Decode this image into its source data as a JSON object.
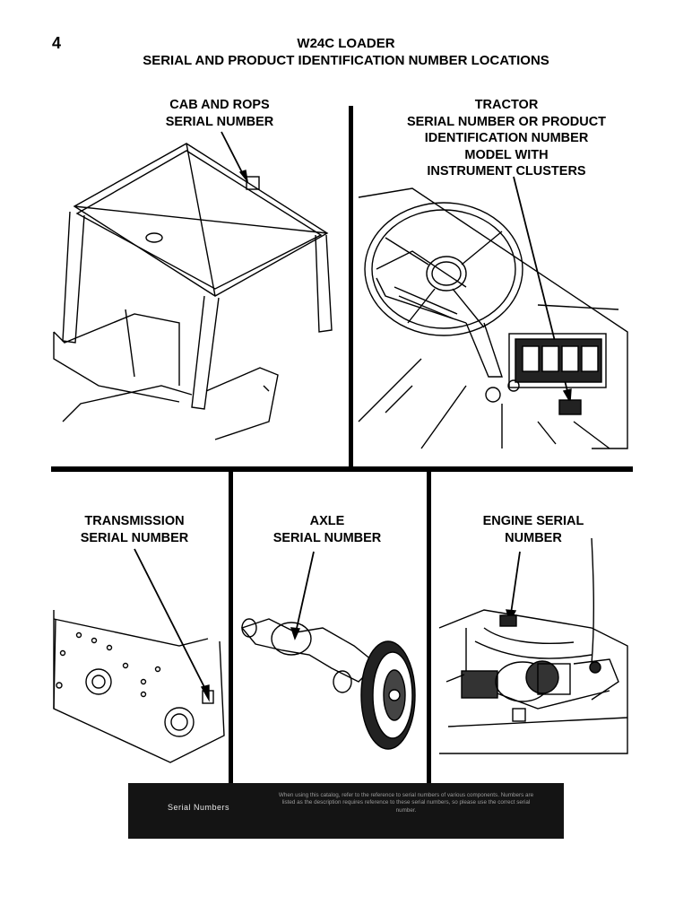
{
  "page": {
    "number": "4",
    "title": "W24C LOADER",
    "subtitle": "SERIAL AND PRODUCT IDENTIFICATION NUMBER LOCATIONS"
  },
  "panels": {
    "cab": {
      "caption_lines": [
        "CAB AND ROPS",
        "SERIAL NUMBER"
      ]
    },
    "tractor": {
      "caption_lines": [
        "TRACTOR",
        "SERIAL NUMBER OR PRODUCT",
        "IDENTIFICATION NUMBER",
        "MODEL WITH",
        "INSTRUMENT CLUSTERS"
      ]
    },
    "transmission": {
      "caption_lines": [
        "TRANSMISSION",
        "SERIAL NUMBER"
      ]
    },
    "axle": {
      "caption_lines": [
        "AXLE",
        "SERIAL NUMBER"
      ]
    },
    "engine": {
      "caption_lines": [
        "ENGINE SERIAL",
        "NUMBER"
      ]
    }
  },
  "footer": {
    "label": "Serial Numbers",
    "note": "When using this catalog, refer to the reference to serial numbers of various components. Numbers are listed as the description requires reference to these serial numbers, so please use the correct serial number."
  }
}
